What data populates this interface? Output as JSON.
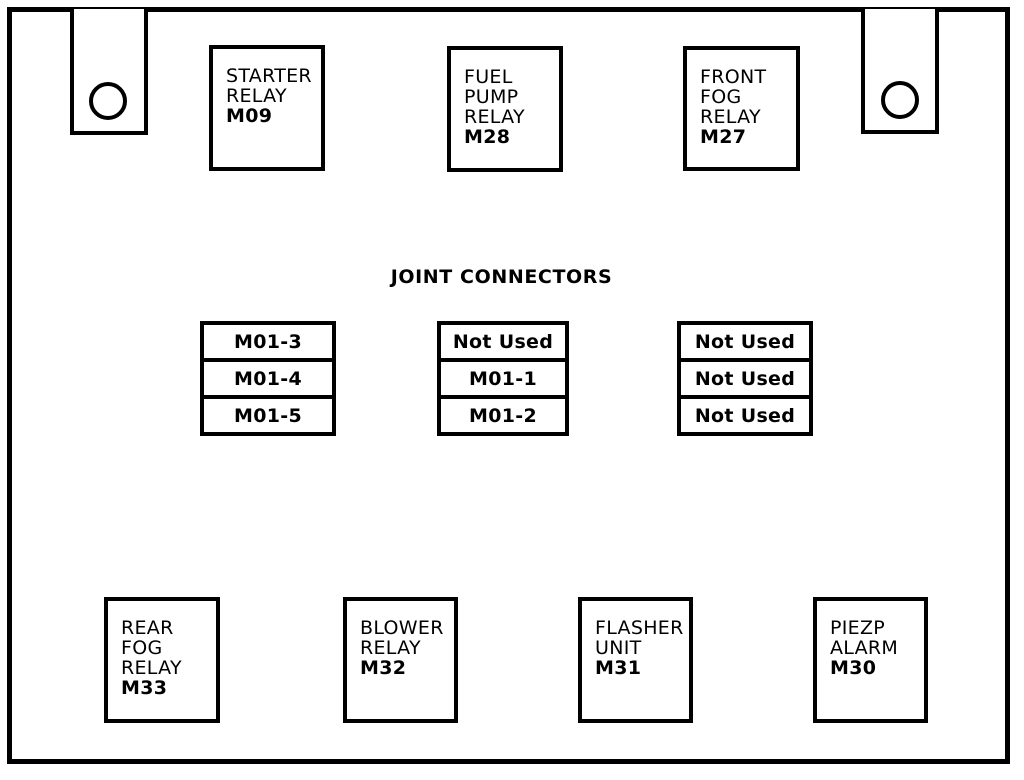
{
  "diagram": {
    "title": "JOINT CONNECTORS",
    "colors": {
      "line": "#000000",
      "background": "#ffffff"
    },
    "top_relays": [
      {
        "lines": [
          "STARTER",
          "RELAY"
        ],
        "code": "M09"
      },
      {
        "lines": [
          "FUEL",
          "PUMP",
          "RELAY"
        ],
        "code": "M28"
      },
      {
        "lines": [
          "FRONT",
          "FOG",
          "RELAY"
        ],
        "code": "M27"
      }
    ],
    "joint_connectors": {
      "columns": [
        {
          "cells": [
            "M01-3",
            "M01-4",
            "M01-5"
          ]
        },
        {
          "cells": [
            "Not Used",
            "M01-1",
            "M01-2"
          ]
        },
        {
          "cells": [
            "Not Used",
            "Not Used",
            "Not Used"
          ]
        }
      ]
    },
    "bottom_relays": [
      {
        "lines": [
          "REAR",
          "FOG",
          "RELAY"
        ],
        "code": "M33"
      },
      {
        "lines": [
          "BLOWER",
          "RELAY"
        ],
        "code": "M32"
      },
      {
        "lines": [
          "FLASHER",
          "UNIT"
        ],
        "code": "M31"
      },
      {
        "lines": [
          "PIEZP",
          "ALARM"
        ],
        "code": "M30"
      }
    ]
  }
}
